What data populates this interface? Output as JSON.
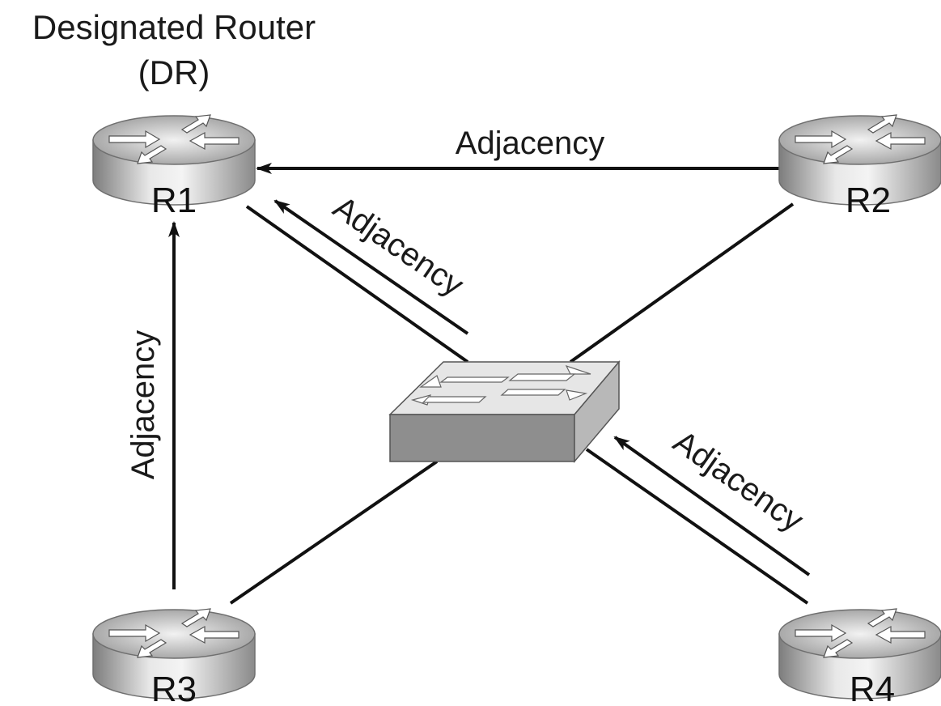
{
  "title": {
    "line1": "Designated Router",
    "line2": "(DR)"
  },
  "routers": {
    "r1": "R1",
    "r2": "R2",
    "r3": "R3",
    "r4": "R4"
  },
  "adjacency_labels": {
    "r2_to_r1": "Adjacency",
    "switch_to_r1": "Adjacency",
    "r3_to_r1": "Adjacency",
    "r4_to_switch": "Adjacency"
  }
}
